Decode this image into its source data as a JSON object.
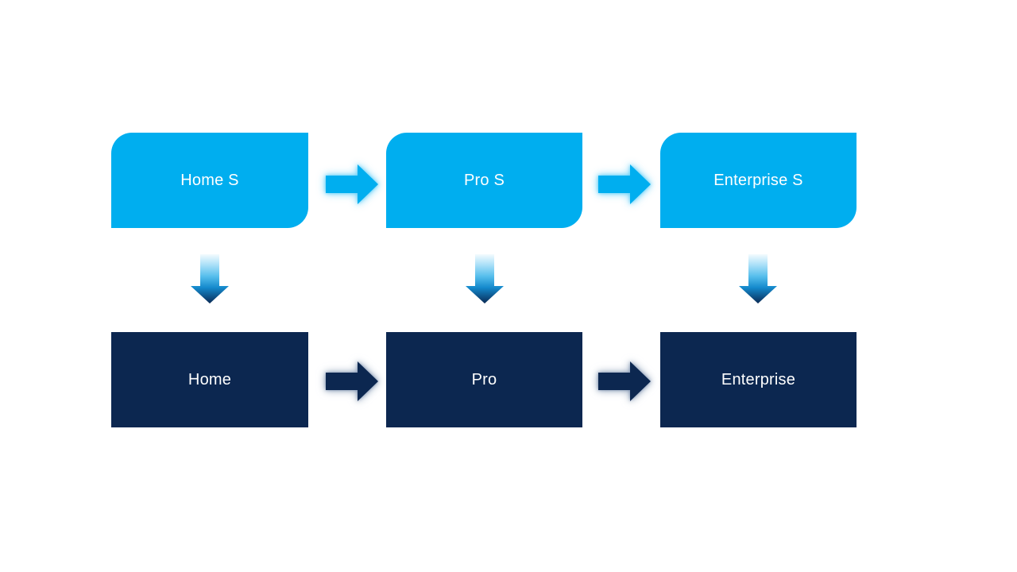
{
  "slide": {
    "background": "#FFFFFF"
  },
  "diagram": {
    "type": "upgrade-flow",
    "columns": [
      {
        "top": "Home S",
        "bottom": "Home"
      },
      {
        "top": "Pro S",
        "bottom": "Pro"
      },
      {
        "top": "Enterprise S",
        "bottom": "Enterprise"
      }
    ],
    "colors": {
      "top_box_fill": "#00AEEF",
      "bottom_box_fill": "#0C2750",
      "label_text": "#FFFFFF",
      "right_arrow_top_row": "#00AEEF",
      "right_arrow_bottom_row": "#0C2750",
      "down_arrow_gradient_start": "#F4FBFE",
      "down_arrow_gradient_mid": "#56BEEC",
      "down_arrow_gradient_end": "#0A2A55",
      "glow_blue": "#5ECEF8",
      "glow_slate": "#7A8FAD"
    }
  }
}
